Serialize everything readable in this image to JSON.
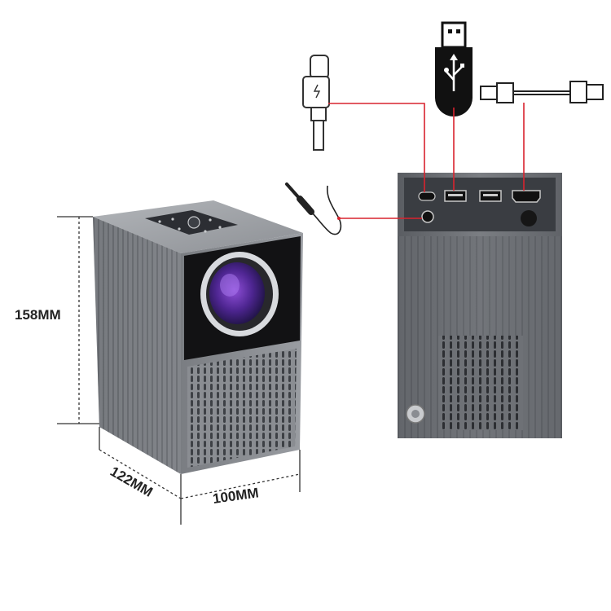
{
  "dimensions": {
    "height_label": "158MM",
    "depth_label": "122MM",
    "width_label": "100MM"
  },
  "colors": {
    "connector_line": "#d9232e",
    "dimension_line": "#333333",
    "body_light": "#8c8f94",
    "body_dark": "#55585d",
    "lens_ring": "#d8dade",
    "lens_glass": "#5a2c9e"
  },
  "icons": [
    "power-icon",
    "usb-c-cable-icon",
    "usb-stick-icon",
    "hdmi-cable-icon",
    "audio-jack-icon"
  ]
}
